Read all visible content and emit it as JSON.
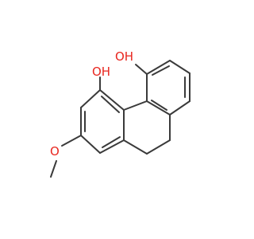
{
  "structure": {
    "labels": {
      "hydroxyl_left": "OH",
      "hydroxyl_right": "OH",
      "methoxy_oxygen": "O"
    },
    "colors": {
      "bond": "#3a3a3a",
      "heteroatom": "#e8261f",
      "background": "#ffffff"
    }
  }
}
